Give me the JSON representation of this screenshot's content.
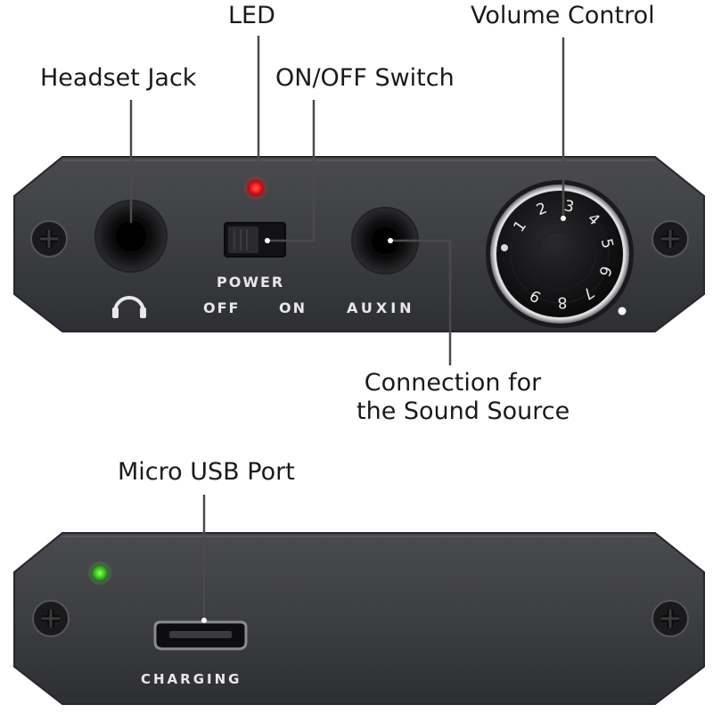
{
  "labels": {
    "headset_jack": "Headset Jack",
    "led": "LED",
    "onoff_switch": "ON/OFF Switch",
    "volume_control": "Volume Control",
    "connection_line1": "Connection for",
    "connection_line2": "the Sound Source",
    "micro_usb": "Micro USB Port"
  },
  "front_panel": {
    "power_label": "POWER",
    "off_label": "OFF",
    "on_label": "ON",
    "aux_label": "AUXIN",
    "knob_numbers": [
      "1",
      "2",
      "3",
      "4",
      "5",
      "6",
      "7",
      "8",
      "9"
    ],
    "led_color": "#ff1a1a"
  },
  "back_panel": {
    "charging_label": "CHARGING",
    "led_color": "#44dd22"
  },
  "colors": {
    "panel": "#3c3d40",
    "panel_edge": "#26272a",
    "leader": "#4a4a4a"
  }
}
